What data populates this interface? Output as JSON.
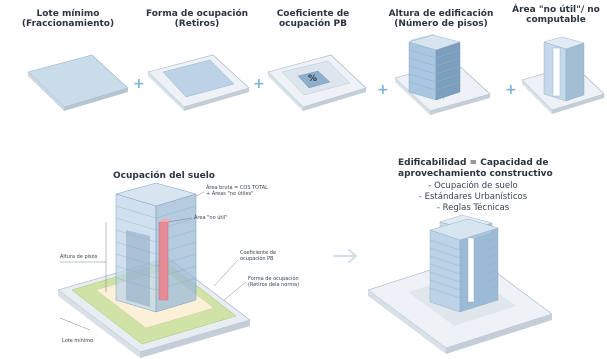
{
  "top": [
    {
      "title": [
        "Lote mínimo",
        "(Fraccionamiento)"
      ]
    },
    {
      "title": [
        "Forma de ocupación",
        "(Retiros)"
      ]
    },
    {
      "title": [
        "Coeficiente de",
        "ocupación PB"
      ],
      "symbol": "%"
    },
    {
      "title": [
        "Altura de edificación",
        "(Número de pisos)"
      ]
    },
    {
      "title": [
        "Área \"no útil\"/ no",
        "computable"
      ]
    }
  ],
  "plus": [
    "+",
    "+",
    "+",
    "+"
  ],
  "ocupacion": {
    "title": "Ocupación del suelo",
    "labels": {
      "area_bruta": [
        "Área bruta = COS TOTAL",
        "+ Áreas \"no útiles\""
      ],
      "area_no_util": "Área \"no útil\"",
      "altura": "Altura de pisos",
      "coeficiente": [
        "Coeficiente de",
        "ocupación PB"
      ],
      "forma": [
        "Forma de ocupación",
        "(Retiros dela norma)"
      ],
      "lote": "Lote mínimo"
    }
  },
  "edificabilidad": {
    "title": [
      "Edificabilidad = Capacidad de",
      "aprovechamiento constructivo"
    ],
    "items": [
      "- Ocupación de suelo",
      "- Estándares Urbanísticos",
      "- Reglas Técnicas"
    ]
  },
  "colors": {
    "plate_top": "#eef2f6",
    "plate_side": "#c5ced8",
    "building_front": "#a9c6e0",
    "building_side": "#7d9fbe",
    "green": "#cfe3a6",
    "beige": "#fbf1d8",
    "red": "#e58b95",
    "accent": "#7fb6d6"
  }
}
